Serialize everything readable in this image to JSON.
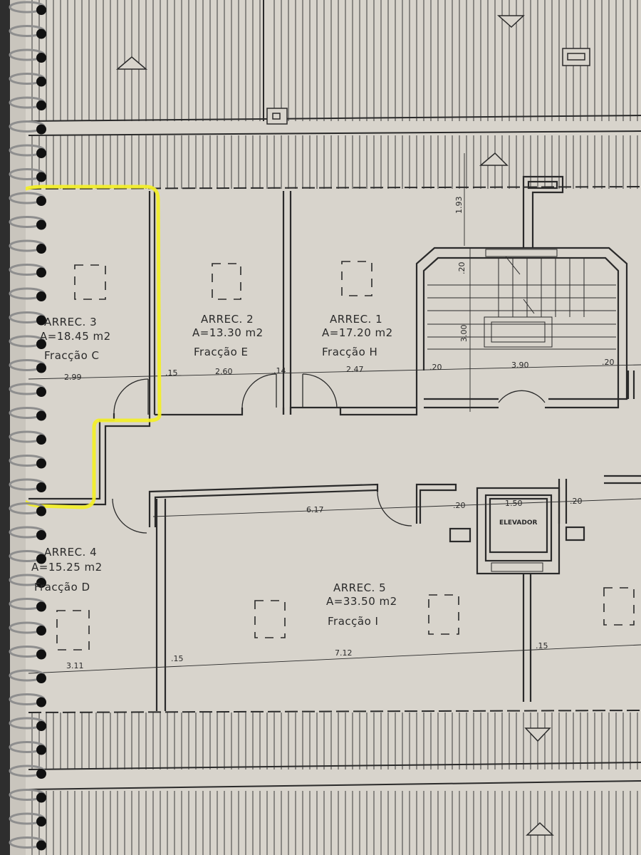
{
  "rooms": [
    {
      "name": "ARREC. 3",
      "area": "A=18.45  m2",
      "fraction": "Fracção C"
    },
    {
      "name": "ARREC. 2",
      "area": "A=13.30  m2",
      "fraction": "Fracção E"
    },
    {
      "name": "ARREC. 1",
      "area": "A=17.20  m2",
      "fraction": "Fracção H"
    },
    {
      "name": "ARREC. 4",
      "area": "A=15.25  m2",
      "fraction": "Fracção D"
    },
    {
      "name": "ARREC. 5",
      "area": "A=33.50  m2",
      "fraction": "Fracção I"
    }
  ],
  "elevator": {
    "label": "ELEVADOR",
    "width": "1.50"
  },
  "dimensions": {
    "top_row": [
      "2.99",
      ".15",
      "2.60",
      ".14",
      "2.47",
      ".20",
      "3.90",
      ".20"
    ],
    "mid_row": [
      "6.17",
      ".20",
      ".20"
    ],
    "bottom_row": [
      "3.11",
      ".15",
      "7.12",
      ".15"
    ],
    "vertical": [
      "1.93",
      ".20",
      "3.00"
    ]
  },
  "highlight_color": "#f2ee2a",
  "paper_color": "#d8d4cc",
  "ink_color": "#2a2a2a"
}
